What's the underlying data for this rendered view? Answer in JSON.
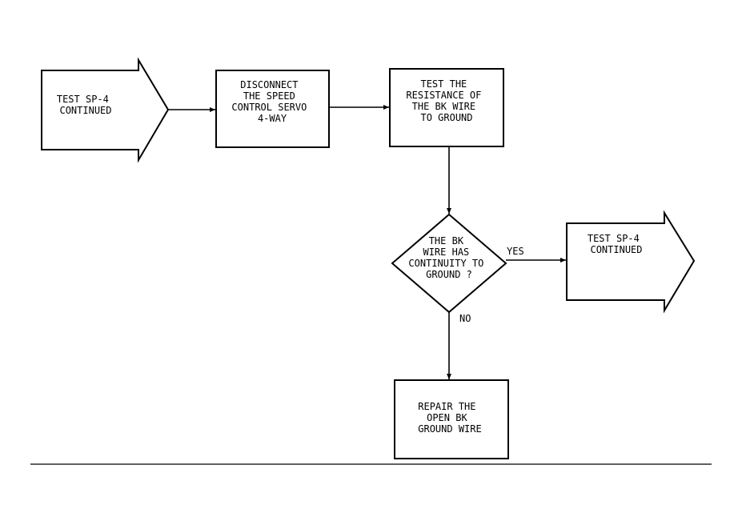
{
  "nodes": {
    "start_arrow": {
      "lines": [
        "TEST SP-4",
        "CONTINUED"
      ]
    },
    "disconnect_box": {
      "lines": [
        "DISCONNECT",
        "THE SPEED",
        "CONTROL SERVO",
        "4-WAY"
      ]
    },
    "test_box": {
      "lines": [
        "TEST THE",
        "RESISTANCE OF",
        "THE BK WIRE",
        "TO GROUND"
      ]
    },
    "decision": {
      "lines": [
        "THE BK",
        "WIRE HAS",
        "CONTINUITY TO",
        "GROUND ?"
      ]
    },
    "end_arrow": {
      "lines": [
        "TEST SP-4",
        "CONTINUED"
      ]
    },
    "repair_box": {
      "lines": [
        "REPAIR THE",
        "OPEN BK",
        "GROUND WIRE"
      ]
    }
  },
  "edges": {
    "yes_label": "YES",
    "no_label": "NO"
  }
}
